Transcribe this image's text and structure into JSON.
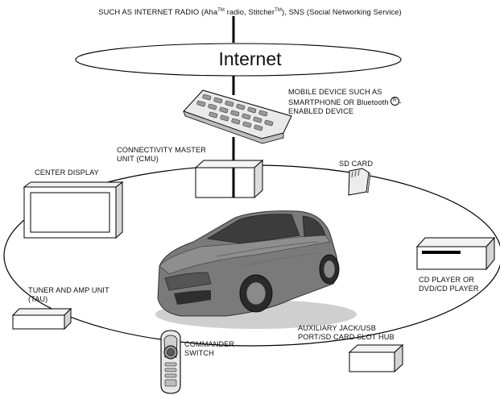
{
  "diagram": {
    "top_label": {
      "prefix": "SUCH AS INTERNET RADIO (Aha",
      "tm1": "TM",
      "middle": " radio, Stitcher",
      "tm2": "TM",
      "suffix": "), SNS (Social Networking Service)"
    },
    "internet": "Internet",
    "mobile_device": {
      "line1": "MOBILE DEVICE SUCH AS",
      "line2": "SMARTPHONE OR Bluetooth",
      "line3": "ENABLED DEVICE",
      "trademark_symbol": "R"
    },
    "cmu": {
      "line1": "CONNECTIVITY MASTER",
      "line2": "UNIT (CMU)"
    },
    "sd_card": "SD CARD",
    "center_display": "CENTER DISPLAY",
    "cd_player": {
      "line1": "CD PLAYER OR",
      "line2": "DVD/CD PLAYER"
    },
    "tau": {
      "line1": "TUNER AND AMP UNIT",
      "line2": "(TAU)"
    },
    "aux_hub": {
      "line1": "AUXILIARY JACK/USB",
      "line2": "PORT/SD CARD SLOT HUB"
    },
    "commander": {
      "line1": "COMMANDER",
      "line2": "SWITCH"
    }
  }
}
